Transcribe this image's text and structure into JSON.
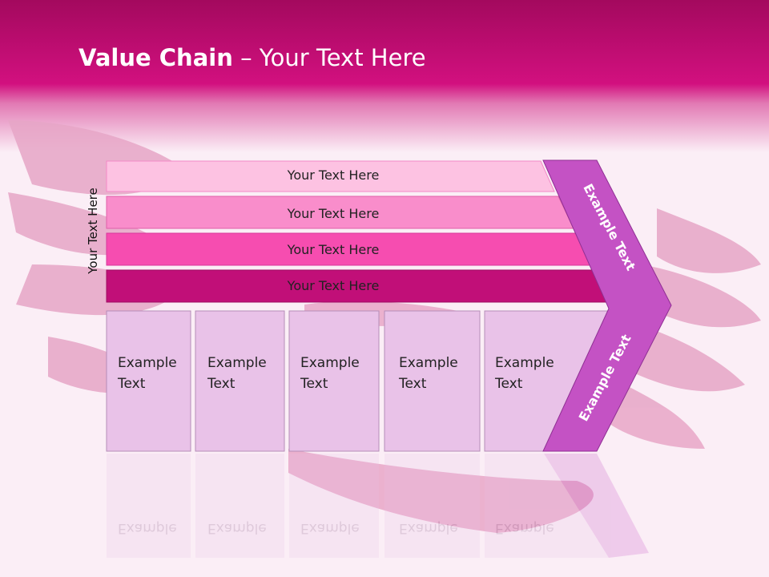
{
  "title": {
    "bold": "Value Chain",
    "rest": " – Your Text Here"
  },
  "side_label": "Your Text Here",
  "support_rows": [
    {
      "label": "Your Text Here",
      "color": "#fdc2e2"
    },
    {
      "label": "Your Text Here",
      "color": "#f98dcb"
    },
    {
      "label": "Your Text Here",
      "color": "#f64db0"
    },
    {
      "label": "Your Text Here",
      "color": "#c10f78"
    }
  ],
  "activities": [
    {
      "line1": "Example",
      "line2": "Text"
    },
    {
      "line1": "Example",
      "line2": "Text"
    },
    {
      "line1": "Example",
      "line2": "Text"
    },
    {
      "line1": "Example",
      "line2": "Text"
    },
    {
      "line1": "Example",
      "line2": "Text"
    }
  ],
  "arrow": {
    "upper_label": "Example Text",
    "lower_label": "Example Text",
    "color": "#c452c4"
  },
  "colors": {
    "header_dark": "#a3095e",
    "header_mid": "#d2107f",
    "activity_fill": "#e9c2e8",
    "activity_stroke": "#b58db8"
  }
}
